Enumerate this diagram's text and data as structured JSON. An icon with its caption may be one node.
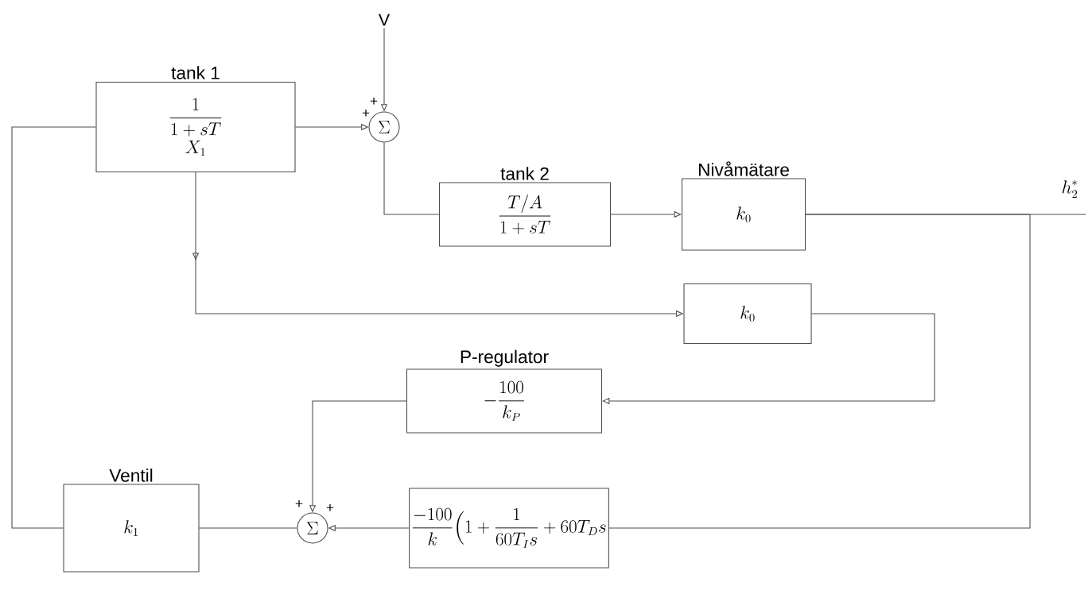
{
  "diagram": {
    "nodes": [
      {
        "text": [
          "tank 1",
          "\\frac{1}{1+sT}",
          "X_1"
        ]
      },
      {
        "text": [
          "\\Sigma"
        ]
      },
      {
        "text": [
          "tank 2",
          "\\frac{T/A}{1+sT}"
        ]
      },
      {
        "text": [
          "Nivåmätare",
          "k_0"
        ]
      },
      {
        "text": [
          "k_0"
        ]
      },
      {
        "text": [
          "P-regulator",
          "-\\frac{100}{k_P}"
        ]
      },
      {
        "text": [
          "\\frac{-100}{k}\\Bigl(1+\\frac{1}{60T_I s}+60T_D s"
        ]
      },
      {
        "text": [
          "Ventil",
          "k_1"
        ]
      },
      {
        "text": [
          "\\Sigma"
        ]
      },
      {
        "text": [
          "V"
        ]
      }
    ],
    "edges": [
      {
        "from": 9,
        "to": 1,
        "arrow": "to",
        "label": "+"
      },
      {
        "from": 0,
        "to": 1,
        "arrow": "to",
        "label": "+"
      },
      {
        "from": 1,
        "to": 2,
        "arrow": "none"
      },
      {
        "from": 2,
        "to": 3,
        "arrow": "to"
      },
      {
        "from": 3,
        "to": null,
        "arrow": "none"
      },
      {
        "from": 3,
        "to": 6,
        "arrow": "none"
      },
      {
        "from": 0,
        "to": 4,
        "arrow": "to"
      },
      {
        "from": 4,
        "to": 5,
        "arrow": "to"
      },
      {
        "from": 5,
        "to": 8,
        "arrow": "to",
        "label": "+"
      },
      {
        "from": 6,
        "to": 8,
        "arrow": "to",
        "label": "+"
      },
      {
        "from": 8,
        "to": 7,
        "arrow": "none"
      },
      {
        "from": 7,
        "to": 0,
        "arrow": "none"
      }
    ],
    "labels": [
      "h_2^*"
    ]
  }
}
